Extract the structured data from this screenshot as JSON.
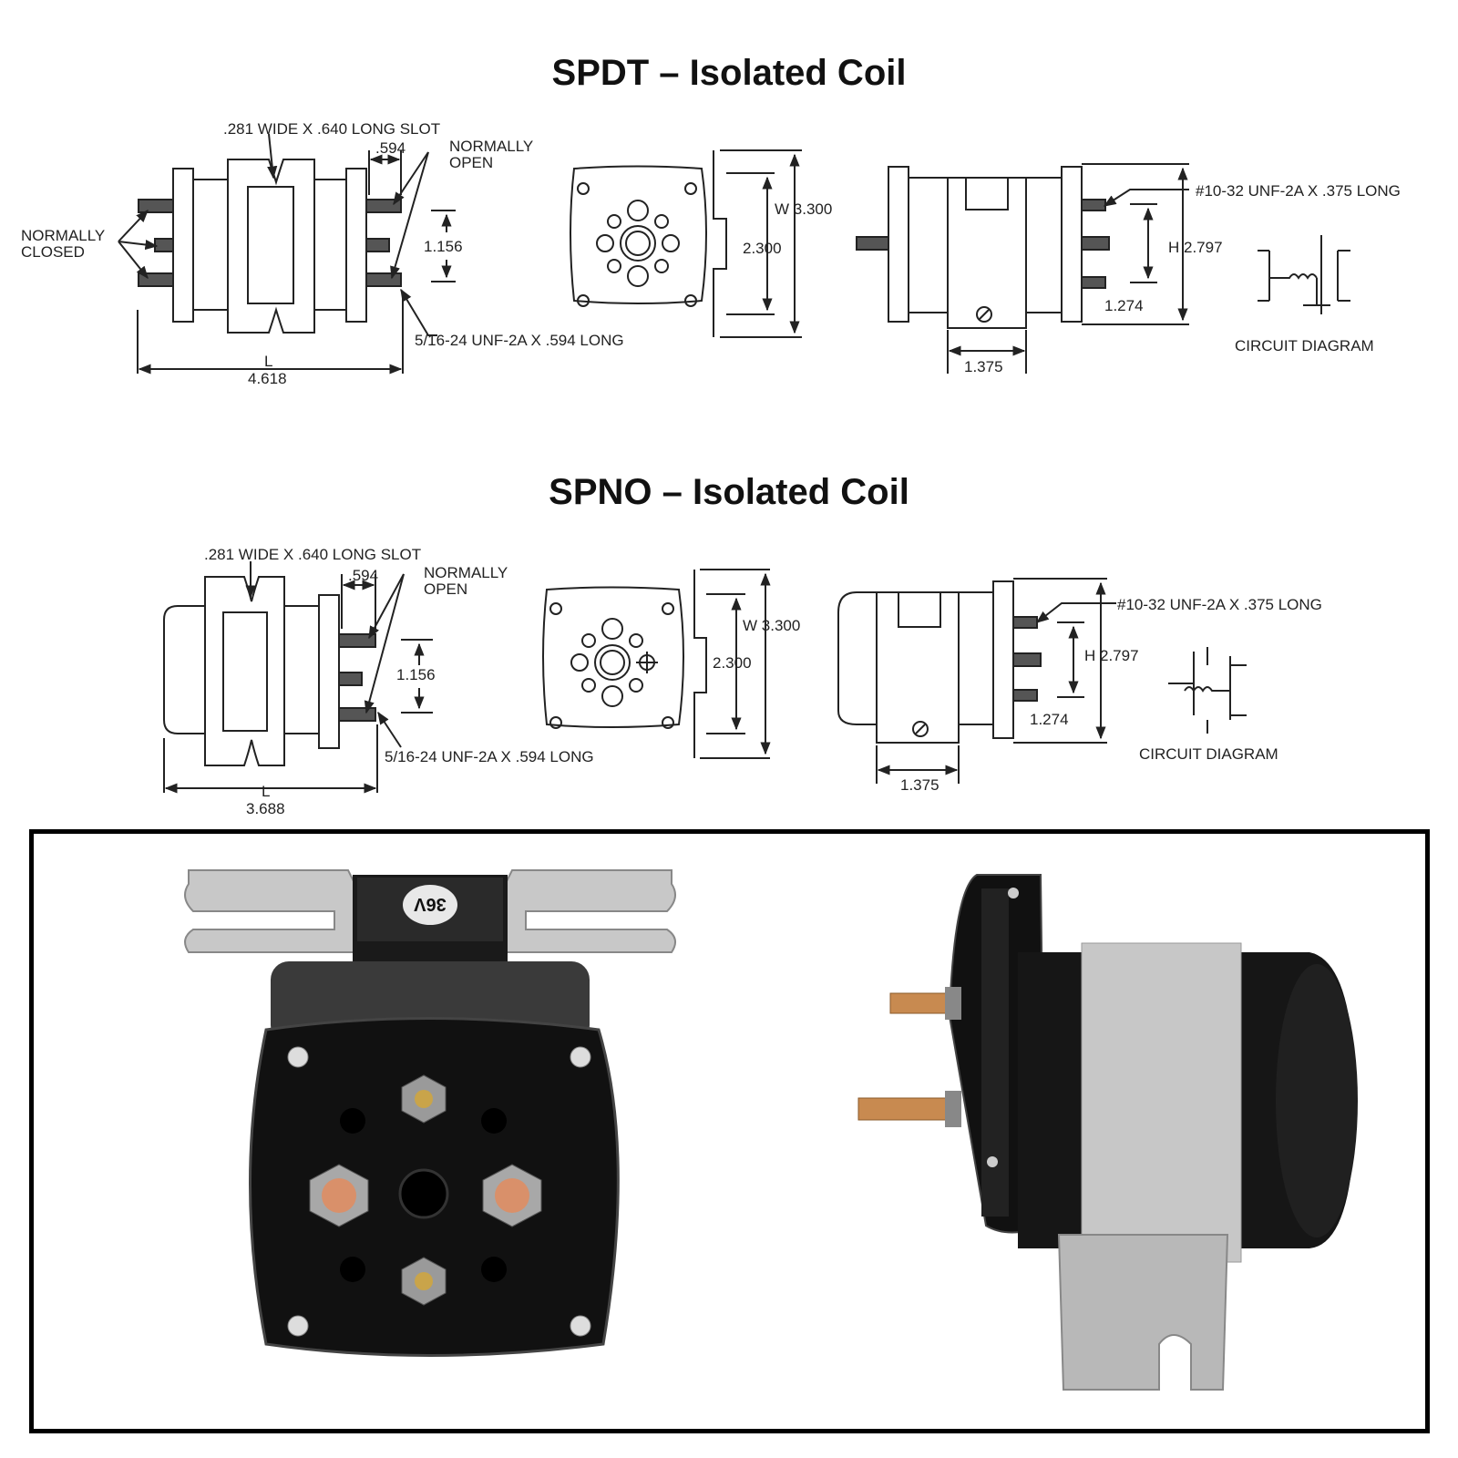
{
  "spdt": {
    "title": "SPDT – Isolated Coil",
    "slot_label": ".281 WIDE X .640 LONG SLOT",
    "dim_594": ".594",
    "normally_open": [
      "NORMALLY",
      "OPEN"
    ],
    "normally_closed": [
      "NORMALLY",
      "CLOSED"
    ],
    "dim_1156": "1.156",
    "thread_label": "5/16-24 UNF-2A X .594 LONG",
    "length_letter": "L",
    "length_value": "4.618",
    "width_label": "W 3.300",
    "dim_2300": "2.300",
    "screw_label": "#10-32 UNF-2A X .375 LONG",
    "height_label": "H 2.797",
    "dim_1274": "1.274",
    "dim_1375": "1.375",
    "circuit_label": "CIRCUIT DIAGRAM"
  },
  "spno": {
    "title": "SPNO – Isolated Coil",
    "slot_label": ".281 WIDE X .640 LONG SLOT",
    "dim_594": ".594",
    "normally_open": [
      "NORMALLY",
      "OPEN"
    ],
    "dim_1156": "1.156",
    "thread_label": "5/16-24 UNF-2A X .594 LONG",
    "length_letter": "L",
    "length_value": "3.688",
    "width_label": "W 3.300",
    "dim_2300": "2.300",
    "screw_label": "#10-32 UNF-2A X .375 LONG",
    "height_label": "H 2.797",
    "dim_1274": "1.274",
    "dim_1375": "1.375",
    "circuit_label": "CIRCUIT DIAGRAM"
  },
  "photos": {
    "voltage_label": "36V"
  }
}
